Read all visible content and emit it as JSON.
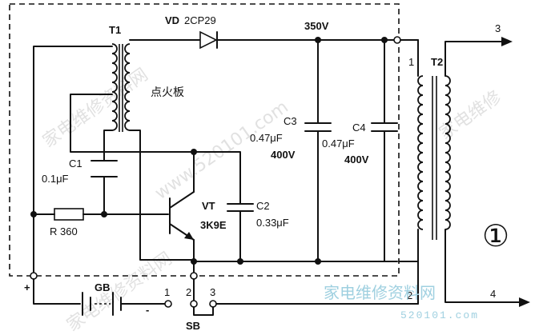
{
  "labels": {
    "t1": "T1",
    "t2": "T2",
    "vd": "VD",
    "vd_part": "2CP29",
    "volt": "350V",
    "board": "点火板",
    "c1_name": "C1",
    "c1_val": "0.1μF",
    "r_name": "R 360",
    "c2_name": "C2",
    "c2_val": "0.33μF",
    "c3_name": "C3",
    "c3_val": "0.47μF",
    "c3_v": "400V",
    "c4_name": "C4",
    "c4_val": "0.47μF",
    "c4_v": "400V",
    "vt_name": "VT",
    "vt_part": "3K9E",
    "gb": "GB",
    "sb": "SB",
    "plus": "+",
    "minus": "-",
    "sw1": "1",
    "sw2": "2",
    "sw3": "3",
    "t2_pin1": "1",
    "t2_pin2": "2",
    "out3": "3",
    "out4": "4",
    "circled": "①"
  },
  "watermarks": {
    "diag1": "家电维修资料网",
    "diag2": "www.520101.com",
    "diag3": "家电维修资料网",
    "diag4": "家电维修",
    "logo_cn": "家电维修资料网",
    "logo_url": "520101.com"
  },
  "colors": {
    "line": "#111111",
    "watermark_gray": "#c9c9c9",
    "watermark_blue": "#9fd0e0"
  }
}
